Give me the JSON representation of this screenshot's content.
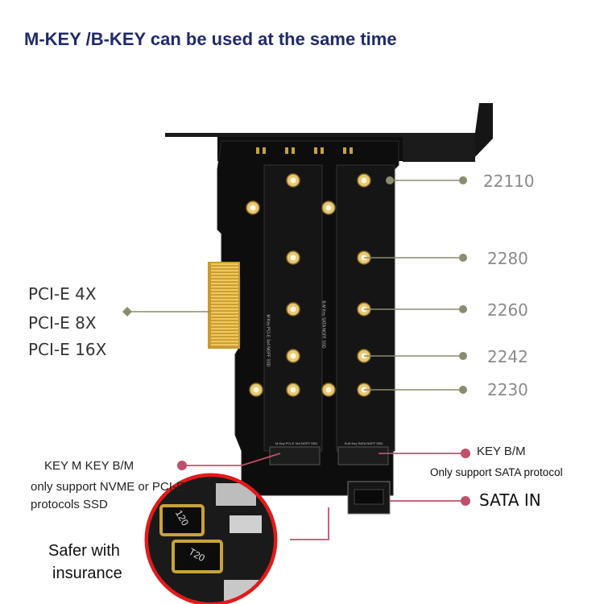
{
  "title": "M-KEY /B-KEY can be used at the same time",
  "size_labels": [
    "22110",
    "2280",
    "2260",
    "2242",
    "2230"
  ],
  "pcie_labels": [
    "PCI-E 4X",
    "PCI-E 8X",
    "PCI-E 16X"
  ],
  "key_m_label": "KEY M  KEY B/M",
  "key_m_desc_1": "only support NVME or PCI-E",
  "key_m_desc_2": "protocols SSD",
  "key_b_label": "KEY B/M",
  "key_b_desc": "Only support SATA protocol",
  "sata_in": "SATA IN",
  "safer_1": "Safer with",
  "safer_2": "insurance",
  "board_text": {
    "left_slot": "M-Key PCI-E 3x4 NGFF SSD",
    "right_slot": "B-M Key SATA NGFF SSD",
    "side_left": "M Key PCI-E 3x4 NGFF SSD",
    "side_right": "B-M Key SATA NGFF SSD",
    "resistor_1": "120",
    "resistor_2": "T20"
  },
  "colors": {
    "title": "#1f2a6b",
    "pointer_gray": "#8b8b6f",
    "pointer_pink": "#c0506a",
    "pcb": "#111111",
    "gold": "#d4a23a"
  }
}
